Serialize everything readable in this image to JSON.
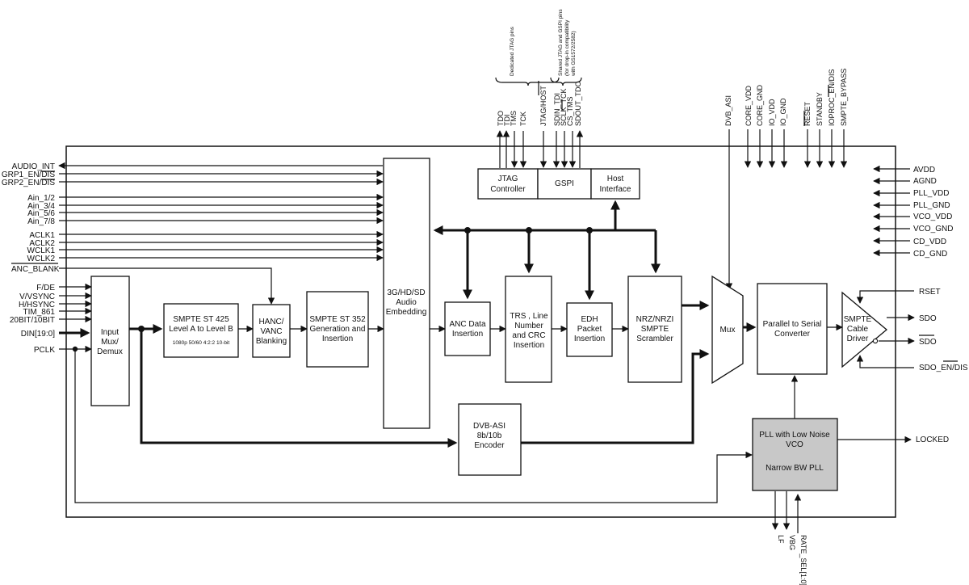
{
  "top_notes": {
    "jtag_note": "Dedicated JTAG pins",
    "shared_note_1": "Shared JTAG and GSPI pins",
    "shared_note_2": "(for drop-in compatibility",
    "shared_note_3": "with GS1572/2582)"
  },
  "top_pins": {
    "tdo": "TDO",
    "tdi": "TDI",
    "tms": "TMS",
    "tck": "TCK",
    "jtag_host": "JTAG/HOST",
    "sdin_tdi": "SDIN_TDI",
    "sclk_tck": "SCLK_TCK",
    "cs_tms": "CS_TMS",
    "sdout_tdo": "SDOUT_TDO",
    "dvb_asi": "DVB_ASI",
    "core_vdd": "CORE_VDD",
    "core_gnd": "CORE_GND",
    "io_vdd": "IO_VDD",
    "io_gnd": "IO_GND",
    "reset": "RESET",
    "standby": "STANDBY",
    "ioproc_en_dis": "IOPROC_EN/DIS",
    "smpte_bypass": "SMPTE_BYPASS"
  },
  "left_pins": {
    "audio_int": "AUDIO_INT",
    "grp1": "GRP1_EN/DIS",
    "grp2": "GRP2_EN/DIS",
    "ain12": "Ain_1/2",
    "ain34": "Ain_3/4",
    "ain56": "Ain_5/6",
    "ain78": "Ain_7/8",
    "aclk1": "ACLK1",
    "aclk2": "ACLK2",
    "wclk1": "WCLK1",
    "wclk2": "WCLK2",
    "anc_blank": "ANC_BLANK",
    "fde": "F/DE",
    "vsync": "V/VSYNC",
    "hsync": "H/HSYNC",
    "tim861": "TIM_861",
    "bit20": "20BIT/10BIT",
    "din": "DIN[19:0]",
    "pclk": "PCLK"
  },
  "right_pins": {
    "avdd": "AVDD",
    "agnd": "AGND",
    "pll_vdd": "PLL_VDD",
    "pll_gnd": "PLL_GND",
    "vco_vdd": "VCO_VDD",
    "vco_gnd": "VCO_GND",
    "cd_vdd": "CD_VDD",
    "cd_gnd": "CD_GND",
    "rset": "RSET",
    "sdo": "SDO",
    "sdo_bar": "SDO",
    "sdo_en": "SDO_EN/DIS",
    "locked": "LOCKED"
  },
  "bottom_pins": {
    "lf": "LF",
    "vbg": "VBG",
    "rate_sel": "RATE_SEL[1:0]"
  },
  "blocks": {
    "jtag": [
      "JTAG",
      "Controller"
    ],
    "gspi": [
      "GSPI"
    ],
    "host": [
      "Host",
      "Interface"
    ],
    "input_mux": [
      "Input",
      "Mux/",
      "Demux"
    ],
    "st425": [
      "SMPTE ST 425",
      "Level A to Level B"
    ],
    "st425_note": "1080p 50/60 4:2:2 10-bit",
    "hanc": [
      "HANC/",
      "VANC",
      "Blanking"
    ],
    "st352": [
      "SMPTE ST 352",
      "Generation and",
      "Insertion"
    ],
    "audio": [
      "3G/HD/SD",
      "Audio",
      "Embedding"
    ],
    "anc": [
      "ANC Data",
      "Insertion"
    ],
    "trs": [
      "TRS , Line",
      "Number",
      "and CRC",
      "Insertion"
    ],
    "edh": [
      "EDH",
      "Packet",
      "Insertion"
    ],
    "nrz": [
      "NRZ/NRZI",
      "SMPTE",
      "Scrambler"
    ],
    "mux": [
      "Mux"
    ],
    "p2s": [
      "Parallel to Serial",
      "Converter"
    ],
    "driver": [
      "SMPTE",
      "Cable",
      "Driver"
    ],
    "dvbasi": [
      "DVB-ASI",
      "8b/10b",
      "Encoder"
    ],
    "pll": [
      "PLL with Low Noise",
      "VCO"
    ],
    "pll2": [
      "Narrow BW PLL"
    ]
  },
  "colors": {
    "line": "#111111",
    "pll_fill": "#c8c8c8",
    "background": "#ffffff"
  }
}
